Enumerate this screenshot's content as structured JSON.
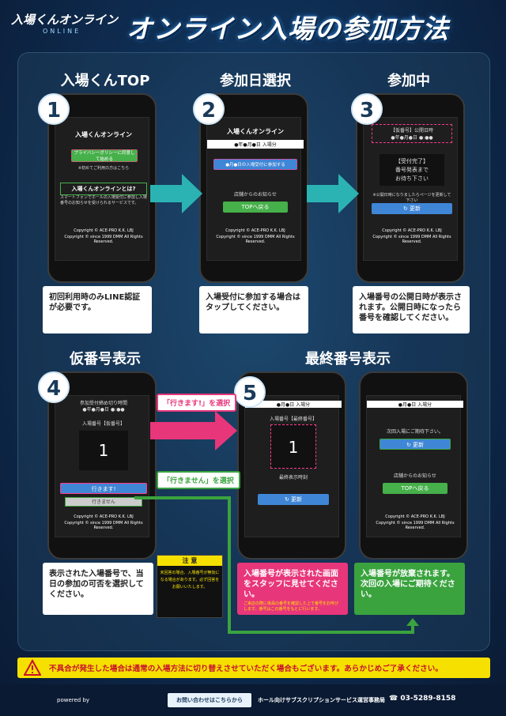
{
  "header": {
    "logo_main": "入場くんオンライン",
    "logo_sub": "ONLINE",
    "title": "オンライン入場の参加方法"
  },
  "steps": [
    {
      "num": "1",
      "title": "入場くんTOP",
      "desc": "初回利用時のみLINE認証が必要です。"
    },
    {
      "num": "2",
      "title": "参加日選択",
      "desc": "入場受付に参加する場合はタップしてください。"
    },
    {
      "num": "3",
      "title": "参加中",
      "desc": "入場番号の公開日時が表示されます。公開日時になったら番号を確認してください。"
    },
    {
      "num": "4",
      "title": "仮番号表示",
      "desc": "表示された入場番号で、当日の参加の可否を選択してください。"
    },
    {
      "num": "5",
      "title": "最終番号表示",
      "desc": ""
    }
  ],
  "final": {
    "pink_desc": "入場番号が表示された画面をスタッフに見せてください。",
    "pink_small": "ご来店の際に係員の番号を確認した上で番号をお呼びします。番号はこの番号をもとに行います。",
    "green_desc": "入場番号が放棄されます。次回の入場にご期待ください。"
  },
  "labels": {
    "go": "「行きます!」を選択",
    "nogo": "「行きません」を選択"
  },
  "phone1": {
    "logo": "入場くんオンライン",
    "line_btn": "プライバシーポリシーに同意して始める",
    "note": "※初めてご利用の方はこちら",
    "title": "入場くんオンラインとは?",
    "body": "スマートフォンでホールの入場受付に参加し入場番号のお知らせを受けられるサービスです。",
    "copyright": "Copyright © ACE-PRO K.K. LBJ",
    "copyright2": "Copyright © since 1999 DMM All Rights Reserved."
  },
  "phone2": {
    "date": "●年●月●日 入場分",
    "btn": "●月●日の入場受付に参加する",
    "notice": "店舗からのお知らせ",
    "top": "TOPへ戻る",
    "copyright": "Copyright © ACE-PRO K.K. LBJ",
    "copyright2": "Copyright © since 1999 DMM All Rights Reserved."
  },
  "phone3": {
    "head": "【仮番号】公開日時",
    "date": "●年●月●日 ●:●●",
    "status": "【受付完了】",
    "status2": "番号発表まで",
    "status3": "お待ち下さい",
    "note": "※公開日時になりましたらページを更新して下さい",
    "refresh": "更新",
    "copyright": "Copyright © ACE-PRO K.K. LBJ",
    "copyright2": "Copyright © since 1999 DMM All Rights Reserved."
  },
  "phone4": {
    "head": "参加受付締め切り時間",
    "date": "●年●月●日 ●:●●",
    "label": "入場番号【仮番号】",
    "number": "1",
    "go": "行きます!",
    "nogo": "行きません",
    "copyright": "Copyright © ACE-PRO K.K. LBJ",
    "copyright2": "Copyright © since 1999 DMM All Rights Reserved."
  },
  "phone5": {
    "date": "●月●日 入場分",
    "label": "入場番号【最終番号】",
    "number": "1",
    "time": "最終表示時刻",
    "refresh": "更新"
  },
  "phone6": {
    "date": "●月●日 入場分",
    "next": "次回入場にご期待下さい。",
    "refresh": "更新",
    "notice": "店舗からのお知らせ",
    "top": "TOPへ戻る",
    "copyright": "Copyright © ACE-PRO K.K. LBJ",
    "copyright2": "Copyright © since 1999 DMM All Rights Reserved."
  },
  "caution": {
    "title": "注 意",
    "body": "未回答の場合、入場番号が無効になる場合があります。必ず回答をお願いいたします。"
  },
  "notice": "不具合が発生した場合は通常の入場方法に切り替えさせていただく場合もございます。あらかじめご了承ください。",
  "footer": {
    "powered": "powered by",
    "contact": "お問い合わせはこちらから",
    "dept": "ホール向けサブスクリプションサービス運営事務局",
    "phone": "03-5289-8158"
  },
  "colors": {
    "accent_pink": "#e8367a",
    "accent_green": "#3aa33e",
    "accent_teal": "#2bb3b3",
    "warning": "#f5e000"
  }
}
